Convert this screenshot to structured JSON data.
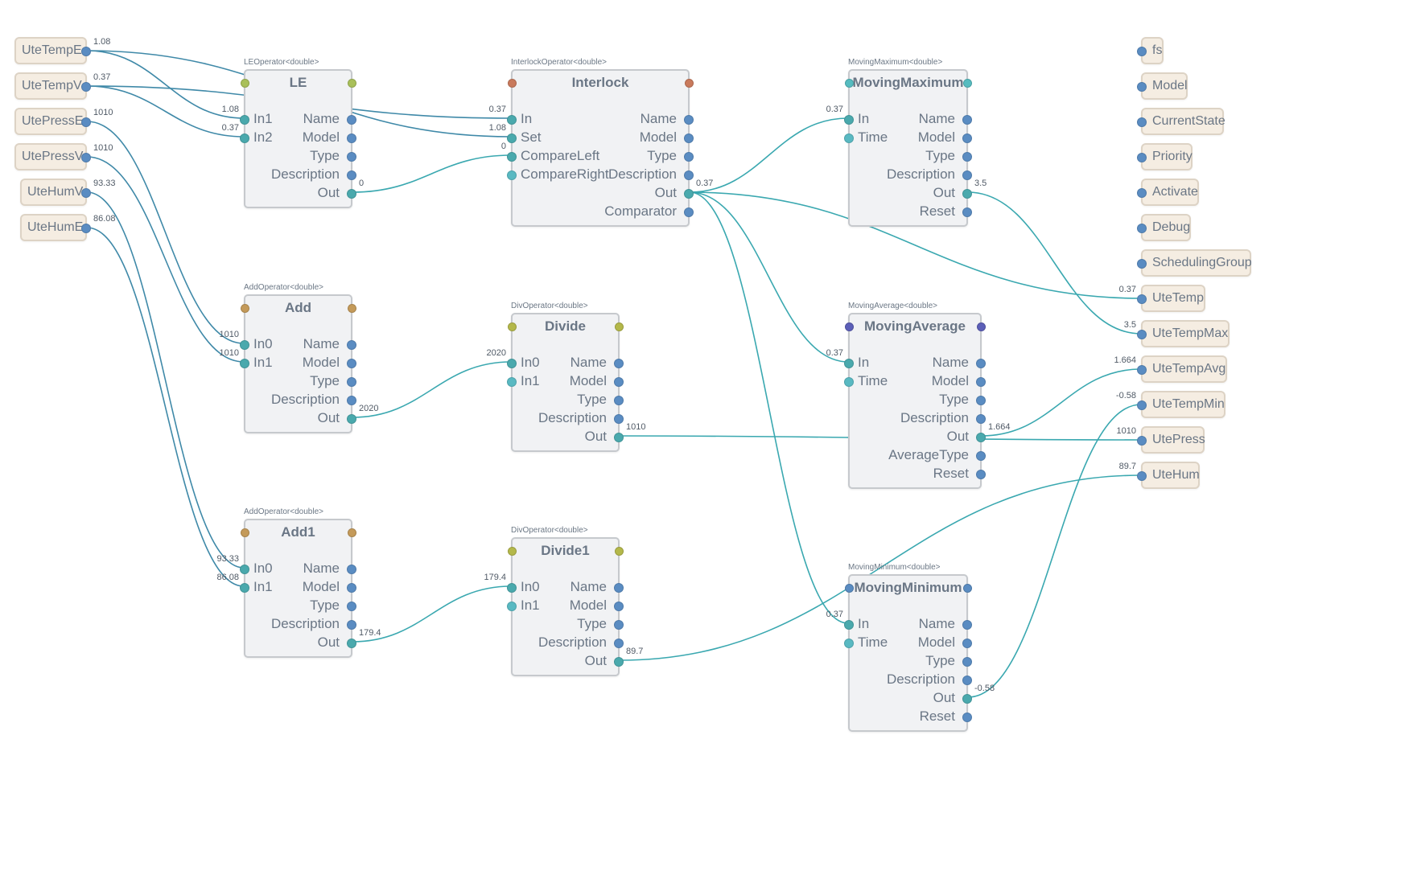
{
  "colors": {
    "wire_blue": "#3f89a8",
    "wire_teal": "#3aa8b0",
    "corner_olive": "#b4b84a",
    "corner_green": "#a9c05a",
    "corner_red": "#c97a5c",
    "corner_tan": "#c49a5a",
    "corner_indigo": "#5c5fb8",
    "corner_teal": "#56bcc0"
  },
  "inputs": [
    {
      "id": "UteTempE",
      "label": "UteTempE",
      "value": "1.08"
    },
    {
      "id": "UteTempV",
      "label": "UteTempV",
      "value": "0.37"
    },
    {
      "id": "UtePressE",
      "label": "UtePressE",
      "value": "1010"
    },
    {
      "id": "UtePressV",
      "label": "UtePressV",
      "value": "1010"
    },
    {
      "id": "UteHumV",
      "label": "UteHumV",
      "value": "93.33"
    },
    {
      "id": "UteHumE",
      "label": "UteHumE",
      "value": "86.08"
    }
  ],
  "outputs": [
    {
      "id": "fs",
      "label": "fs",
      "value": ""
    },
    {
      "id": "Model",
      "label": "Model",
      "value": ""
    },
    {
      "id": "CurrentState",
      "label": "CurrentState",
      "value": ""
    },
    {
      "id": "Priority",
      "label": "Priority",
      "value": ""
    },
    {
      "id": "Activate",
      "label": "Activate",
      "value": ""
    },
    {
      "id": "Debug",
      "label": "Debug",
      "value": ""
    },
    {
      "id": "SchedulingGroup",
      "label": "SchedulingGroup",
      "value": ""
    },
    {
      "id": "UteTemp",
      "label": "UteTemp",
      "value": "0.37"
    },
    {
      "id": "UteTempMax",
      "label": "UteTempMax",
      "value": "3.5"
    },
    {
      "id": "UteTempAvg",
      "label": "UteTempAvg",
      "value": "1.664"
    },
    {
      "id": "UteTempMin",
      "label": "UteTempMin",
      "value": "-0.58"
    },
    {
      "id": "UtePress",
      "label": "UtePress",
      "value": "1010"
    },
    {
      "id": "UteHum",
      "label": "UteHum",
      "value": "89.7"
    }
  ],
  "nodes": [
    {
      "id": "LE",
      "caption": "LEOperator<double>",
      "title": "LE",
      "left_color": "corner_green",
      "right_color": "corner_green",
      "inputs": [
        {
          "label": "In1",
          "value": "1.08"
        },
        {
          "label": "In2",
          "value": "0.37"
        }
      ],
      "outputs": [
        {
          "label": "Name"
        },
        {
          "label": "Model"
        },
        {
          "label": "Type"
        },
        {
          "label": "Description"
        },
        {
          "label": "Out",
          "value": "0"
        }
      ]
    },
    {
      "id": "Interlock",
      "caption": "InterlockOperator<double>",
      "title": "Interlock",
      "left_color": "corner_red",
      "right_color": "corner_red",
      "inputs": [
        {
          "label": "In",
          "value": "0.37"
        },
        {
          "label": "Set",
          "value": "1.08"
        },
        {
          "label": "CompareLeft",
          "value": "0"
        },
        {
          "label": "CompareRight",
          "value": ""
        }
      ],
      "outputs": [
        {
          "label": "Name"
        },
        {
          "label": "Model"
        },
        {
          "label": "Type"
        },
        {
          "label": "Description"
        },
        {
          "label": "Out",
          "value": "0.37"
        },
        {
          "label": "Comparator"
        }
      ]
    },
    {
      "id": "MovingMaximum",
      "caption": "MovingMaximum<double>",
      "title": "MovingMaximum",
      "left_color": "corner_teal",
      "right_color": "corner_teal",
      "inputs": [
        {
          "label": "In",
          "value": "0.37"
        },
        {
          "label": "Time",
          "value": ""
        }
      ],
      "outputs": [
        {
          "label": "Name"
        },
        {
          "label": "Model"
        },
        {
          "label": "Type"
        },
        {
          "label": "Description"
        },
        {
          "label": "Out",
          "value": "3.5"
        },
        {
          "label": "Reset"
        }
      ]
    },
    {
      "id": "Add",
      "caption": "AddOperator<double>",
      "title": "Add",
      "left_color": "corner_tan",
      "right_color": "corner_tan",
      "inputs": [
        {
          "label": "In0",
          "value": "1010"
        },
        {
          "label": "In1",
          "value": "1010"
        }
      ],
      "outputs": [
        {
          "label": "Name"
        },
        {
          "label": "Model"
        },
        {
          "label": "Type"
        },
        {
          "label": "Description"
        },
        {
          "label": "Out",
          "value": "2020"
        }
      ]
    },
    {
      "id": "Divide",
      "caption": "DivOperator<double>",
      "title": "Divide",
      "left_color": "corner_olive",
      "right_color": "corner_olive",
      "inputs": [
        {
          "label": "In0",
          "value": "2020"
        },
        {
          "label": "In1",
          "value": ""
        }
      ],
      "outputs": [
        {
          "label": "Name"
        },
        {
          "label": "Model"
        },
        {
          "label": "Type"
        },
        {
          "label": "Description"
        },
        {
          "label": "Out",
          "value": "1010"
        }
      ]
    },
    {
      "id": "MovingAverage",
      "caption": "MovingAverage<double>",
      "title": "MovingAverage",
      "left_color": "corner_indigo",
      "right_color": "corner_indigo",
      "inputs": [
        {
          "label": "In",
          "value": "0.37"
        },
        {
          "label": "Time",
          "value": ""
        }
      ],
      "outputs": [
        {
          "label": "Name"
        },
        {
          "label": "Model"
        },
        {
          "label": "Type"
        },
        {
          "label": "Description"
        },
        {
          "label": "Out",
          "value": "1.664"
        },
        {
          "label": "AverageType"
        },
        {
          "label": "Reset"
        }
      ]
    },
    {
      "id": "Add1",
      "caption": "AddOperator<double>",
      "title": "Add1",
      "left_color": "corner_tan",
      "right_color": "corner_tan",
      "inputs": [
        {
          "label": "In0",
          "value": "93.33"
        },
        {
          "label": "In1",
          "value": "86.08"
        }
      ],
      "outputs": [
        {
          "label": "Name"
        },
        {
          "label": "Model"
        },
        {
          "label": "Type"
        },
        {
          "label": "Description"
        },
        {
          "label": "Out",
          "value": "179.4"
        }
      ]
    },
    {
      "id": "Divide1",
      "caption": "DivOperator<double>",
      "title": "Divide1",
      "left_color": "corner_olive",
      "right_color": "corner_olive",
      "inputs": [
        {
          "label": "In0",
          "value": "179.4"
        },
        {
          "label": "In1",
          "value": ""
        }
      ],
      "outputs": [
        {
          "label": "Name"
        },
        {
          "label": "Model"
        },
        {
          "label": "Type"
        },
        {
          "label": "Description"
        },
        {
          "label": "Out",
          "value": "89.7"
        }
      ]
    },
    {
      "id": "MovingMinimum",
      "caption": "MovingMinimum<double>",
      "title": "MovingMinimum",
      "left_color": "prop",
      "right_color": "prop",
      "inputs": [
        {
          "label": "In",
          "value": "0.37"
        },
        {
          "label": "Time",
          "value": ""
        }
      ],
      "outputs": [
        {
          "label": "Name"
        },
        {
          "label": "Model"
        },
        {
          "label": "Type"
        },
        {
          "label": "Description"
        },
        {
          "label": "Out",
          "value": "-0.58"
        },
        {
          "label": "Reset"
        }
      ]
    }
  ],
  "connections": [
    {
      "from": "UteTempE.out",
      "to": "LE.In1",
      "color": "wire_blue"
    },
    {
      "from": "UteTempV.out",
      "to": "LE.In2",
      "color": "wire_blue"
    },
    {
      "from": "UteTempV.out",
      "to": "Interlock.In",
      "color": "wire_blue"
    },
    {
      "from": "UteTempE.out",
      "to": "Interlock.Set",
      "color": "wire_blue"
    },
    {
      "from": "LE.Out",
      "to": "Interlock.CompareLeft",
      "color": "wire_teal"
    },
    {
      "from": "UtePressE.out",
      "to": "Add.In0",
      "color": "wire_blue"
    },
    {
      "from": "UtePressV.out",
      "to": "Add.In1",
      "color": "wire_blue"
    },
    {
      "from": "UteHumV.out",
      "to": "Add1.In0",
      "color": "wire_blue"
    },
    {
      "from": "UteHumE.out",
      "to": "Add1.In1",
      "color": "wire_blue"
    },
    {
      "from": "Add.Out",
      "to": "Divide.In0",
      "color": "wire_teal"
    },
    {
      "from": "Add1.Out",
      "to": "Divide1.In0",
      "color": "wire_teal"
    },
    {
      "from": "Interlock.Out",
      "to": "MovingMaximum.In",
      "color": "wire_teal"
    },
    {
      "from": "Interlock.Out",
      "to": "MovingAverage.In",
      "color": "wire_teal"
    },
    {
      "from": "Interlock.Out",
      "to": "MovingMinimum.In",
      "color": "wire_teal"
    },
    {
      "from": "Interlock.Out",
      "to": "UteTemp.in",
      "color": "wire_teal"
    },
    {
      "from": "MovingMaximum.Out",
      "to": "UteTempMax.in",
      "color": "wire_teal"
    },
    {
      "from": "MovingAverage.Out",
      "to": "UteTempAvg.in",
      "color": "wire_teal"
    },
    {
      "from": "MovingMinimum.Out",
      "to": "UteTempMin.in",
      "color": "wire_teal"
    },
    {
      "from": "Divide.Out",
      "to": "UtePress.in",
      "color": "wire_teal"
    },
    {
      "from": "Divide1.Out",
      "to": "UteHum.in",
      "color": "wire_teal"
    }
  ]
}
